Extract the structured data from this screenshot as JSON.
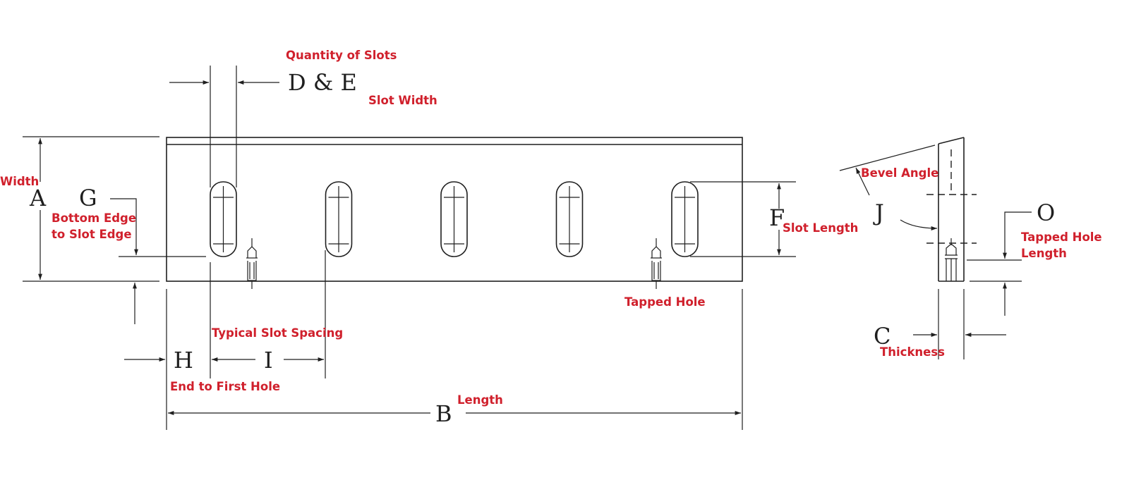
{
  "colors": {
    "line": "#1f1f1f",
    "label": "#d0202c",
    "background": "#ffffff"
  },
  "letters": {
    "A": "A",
    "B": "B",
    "C": "C",
    "DE": "D & E",
    "F": "F",
    "G": "G",
    "H": "H",
    "I": "I",
    "J": "J",
    "O": "O"
  },
  "labels": {
    "quantity_of_slots": "Quantity of Slots",
    "slot_width": "Slot Width",
    "width": "Width",
    "bottom_edge_line1": "Bottom Edge",
    "bottom_edge_line2": "to Slot Edge",
    "slot_length": "Slot Length",
    "bevel_angle": "Bevel Angle",
    "tapped_hole_length_line1": "Tapped Hole",
    "tapped_hole_length_line2": "Length",
    "tapped_hole": "Tapped Hole",
    "typical_slot_spacing": "Typical Slot Spacing",
    "end_to_first_hole": "End to First Hole",
    "length": "Length",
    "thickness": "Thickness"
  },
  "slot_count": 5,
  "tapped_hole_count": 2
}
